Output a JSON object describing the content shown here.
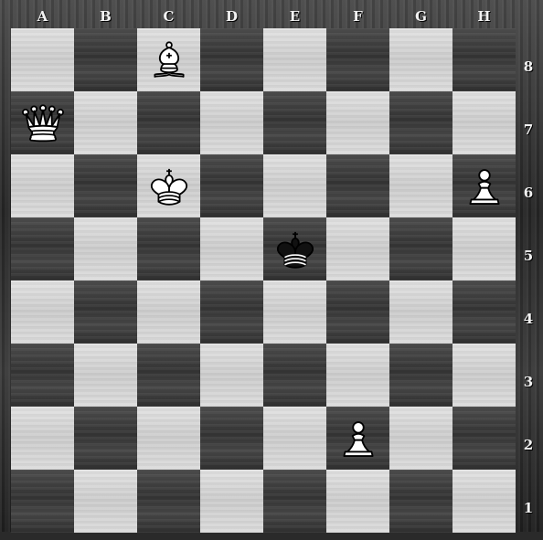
{
  "board": {
    "files": [
      "A",
      "B",
      "C",
      "D",
      "E",
      "F",
      "G",
      "H"
    ],
    "ranks": [
      "8",
      "7",
      "6",
      "5",
      "4",
      "3",
      "2",
      "1"
    ],
    "pieces": [
      {
        "square": "c8",
        "color": "white",
        "type": "bishop",
        "icon": "white-bishop-icon"
      },
      {
        "square": "a7",
        "color": "white",
        "type": "queen",
        "icon": "white-queen-icon"
      },
      {
        "square": "c6",
        "color": "white",
        "type": "king",
        "icon": "white-king-icon"
      },
      {
        "square": "h6",
        "color": "white",
        "type": "pawn",
        "icon": "white-pawn-icon"
      },
      {
        "square": "e5",
        "color": "black",
        "type": "king",
        "icon": "black-king-icon"
      },
      {
        "square": "f2",
        "color": "white",
        "type": "pawn",
        "icon": "white-pawn-icon"
      }
    ]
  },
  "colors": {
    "light_square": "#d8d8d8",
    "dark_square": "#3a3a3a",
    "white_piece": "#ffffff",
    "black_piece": "#111111"
  }
}
